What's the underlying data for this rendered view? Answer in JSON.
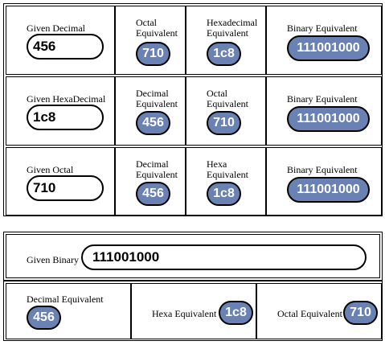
{
  "row1": {
    "given_label": "Given Decimal",
    "given_value": "456",
    "c2_label_1": "Octal",
    "c2_label_2": "Equivalent",
    "c2_value": "710",
    "c3_label_1": "Hexadecimal",
    "c3_label_2": "Equivalent",
    "c3_value": "1c8",
    "c4_label": "Binary Equivalent",
    "c4_value": "111001000"
  },
  "row2": {
    "given_label": "Given HexaDecimal",
    "given_value": "1c8",
    "c2_label_1": "Decimal",
    "c2_label_2": "Equivalent",
    "c2_value": "456",
    "c3_label_1": "Octal",
    "c3_label_2": "Equivalent",
    "c3_value": "710",
    "c4_label": "Binary Equivalent",
    "c4_value": "111001000"
  },
  "row3": {
    "given_label": "Given Octal",
    "given_value": "710",
    "c2_label_1": "Decimal",
    "c2_label_2": "Equivalent",
    "c2_value": "456",
    "c3_label_1": "Hexa",
    "c3_label_2": "Equivalent",
    "c3_value": "1c8",
    "c4_label": "Binary Equivalent",
    "c4_value": "111001000"
  },
  "binary": {
    "given_label": "Given Binary",
    "given_value": "111001000",
    "decimal_label": "Decimal Equivalent",
    "decimal_value": "456",
    "hexa_label": "Hexa Equivalent",
    "hexa_value": "1c8",
    "octal_label": "Octal Equivalent",
    "octal_value": "710"
  },
  "colors": {
    "pill_fill": "#6a82b3",
    "pill_text": "#ffffff",
    "border": "#000000"
  }
}
